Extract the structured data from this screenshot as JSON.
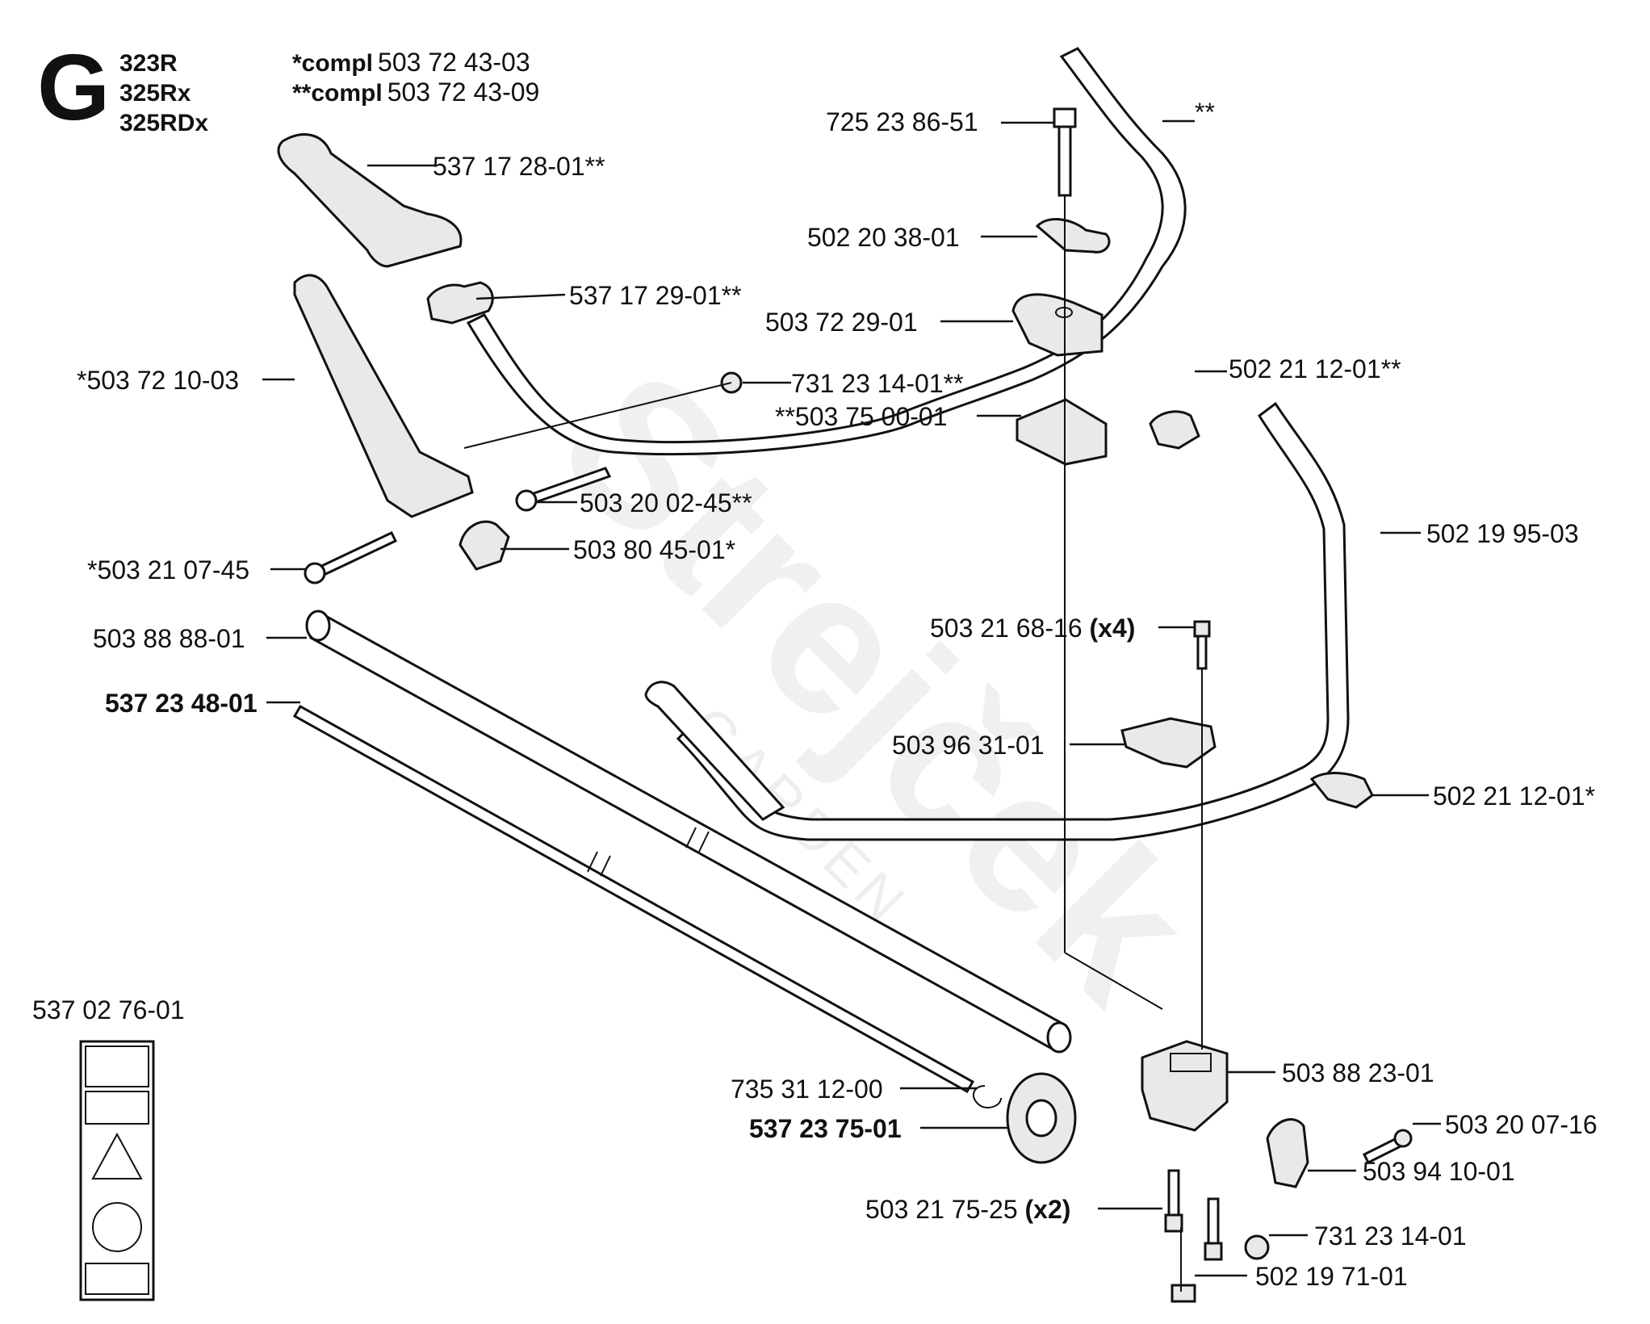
{
  "header": {
    "section_letter": "G",
    "models": [
      "323R",
      "325Rx",
      "325RDx"
    ],
    "compl_single_prefix": "*compl",
    "compl_single_number": "503 72 43-03",
    "compl_double_prefix": "**compl",
    "compl_double_number": "503 72 43-09"
  },
  "watermark": {
    "brand": "Strejček",
    "sub": "GARDEN"
  },
  "parts": [
    {
      "number": "725 23 86-51",
      "suffix": ""
    },
    {
      "number": "**",
      "suffix": ""
    },
    {
      "number": "537 17 28-01**",
      "suffix": ""
    },
    {
      "number": "502 20 38-01",
      "suffix": ""
    },
    {
      "number": "537 17 29-01**",
      "suffix": ""
    },
    {
      "number": "503 72 29-01",
      "suffix": ""
    },
    {
      "number": "502 21 12-01**",
      "suffix": ""
    },
    {
      "number": "*503 72 10-03",
      "suffix": ""
    },
    {
      "number": "731 23 14-01**",
      "suffix": ""
    },
    {
      "number": "**503 75 00-01",
      "suffix": ""
    },
    {
      "number": "503 20 02-45**",
      "suffix": ""
    },
    {
      "number": "502 19 95-03",
      "suffix": ""
    },
    {
      "number": "503 80 45-01*",
      "suffix": ""
    },
    {
      "number": "*503 21 07-45",
      "suffix": ""
    },
    {
      "number": "503 21 68-16 ",
      "suffix": "(x4)"
    },
    {
      "number": "503 88 88-01",
      "suffix": ""
    },
    {
      "number": "537 23 48-01",
      "suffix": ""
    },
    {
      "number": "503 96 31-01",
      "suffix": ""
    },
    {
      "number": "502 21 12-01*",
      "suffix": ""
    },
    {
      "number": "537 02 76-01",
      "suffix": ""
    },
    {
      "number": "503 88 23-01",
      "suffix": ""
    },
    {
      "number": "735 31 12-00",
      "suffix": ""
    },
    {
      "number": "537 23 75-01",
      "suffix": ""
    },
    {
      "number": "503 20 07-16",
      "suffix": ""
    },
    {
      "number": "503 94 10-01",
      "suffix": ""
    },
    {
      "number": "503 21 75-25 ",
      "suffix": "(x2)"
    },
    {
      "number": "731 23 14-01",
      "suffix": ""
    },
    {
      "number": "502 19 71-01",
      "suffix": ""
    }
  ]
}
